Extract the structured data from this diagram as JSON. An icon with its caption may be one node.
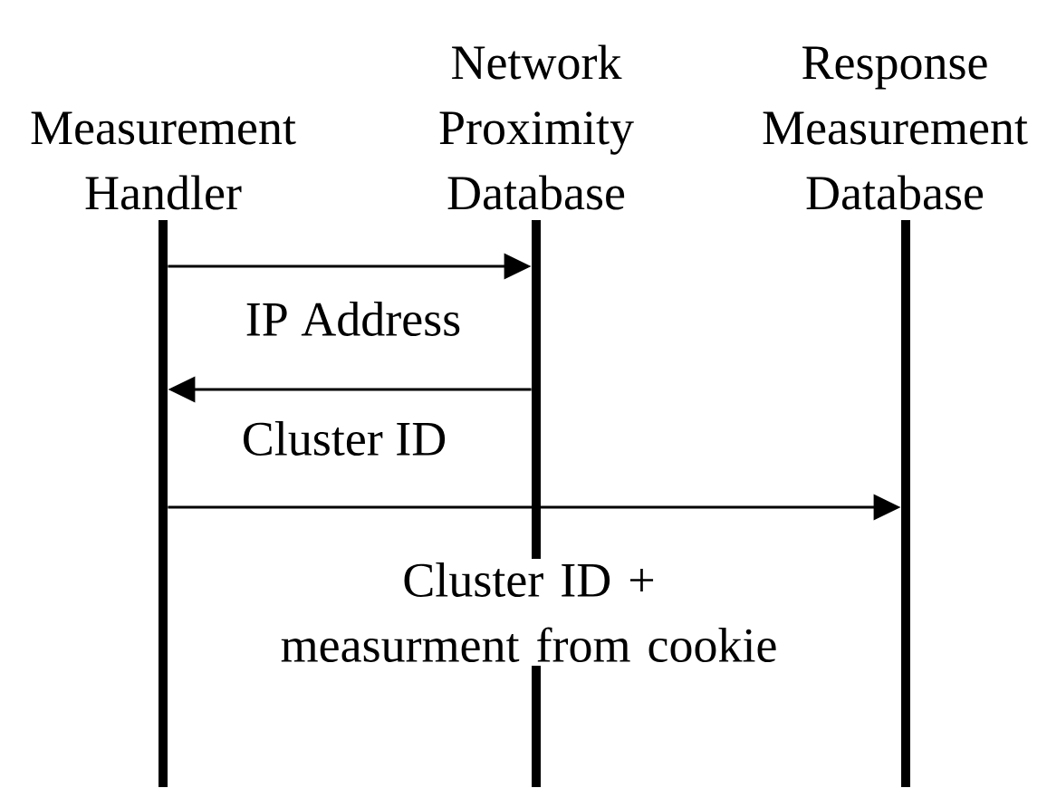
{
  "diagram": {
    "nodes": [
      {
        "text": [
          "Measurement Handler"
        ]
      },
      {
        "text": [
          "Network Proximity Database"
        ]
      },
      {
        "text": [
          "Response Measurement Database"
        ]
      }
    ],
    "edges": [
      {
        "from": 0,
        "to": 1,
        "arrow": "to",
        "label": "IP Address"
      },
      {
        "from": 1,
        "to": 0,
        "arrow": "to",
        "label": "Cluster ID"
      },
      {
        "from": 0,
        "to": 2,
        "arrow": "to",
        "label": "Cluster ID + measurment from cookie"
      }
    ]
  }
}
